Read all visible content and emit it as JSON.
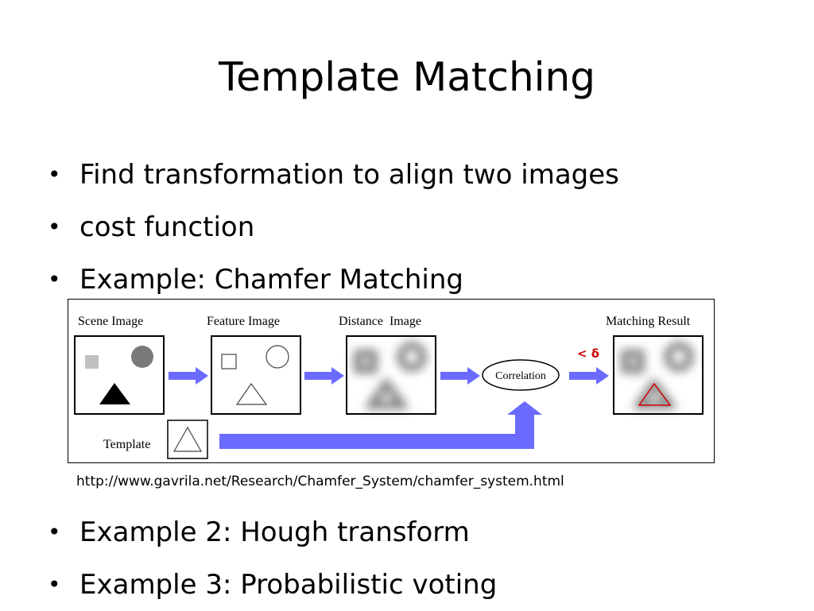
{
  "slide": {
    "title": "Template Matching",
    "bullets": [
      "Find transformation to align two images",
      "cost function",
      "Example: Chamfer Matching"
    ],
    "bullets_after": [
      "Example 2: Hough transform",
      "Example 3: Probabilistic voting"
    ],
    "bullet_glyph": "•"
  },
  "figure": {
    "labels": {
      "scene": "Scene Image",
      "feature": "Feature Image",
      "distance": "Distance  Image",
      "matching": "Matching Result",
      "template": "Template",
      "correlation": "Correlation",
      "threshold": "< δ"
    },
    "colors": {
      "arrow": "#6b6bff",
      "threshold": "#cc0000",
      "result_triangle": "#cc0000"
    }
  },
  "caption": {
    "url": "http://www.gavrila.net/Research/Chamfer_System/chamfer_system.html"
  }
}
